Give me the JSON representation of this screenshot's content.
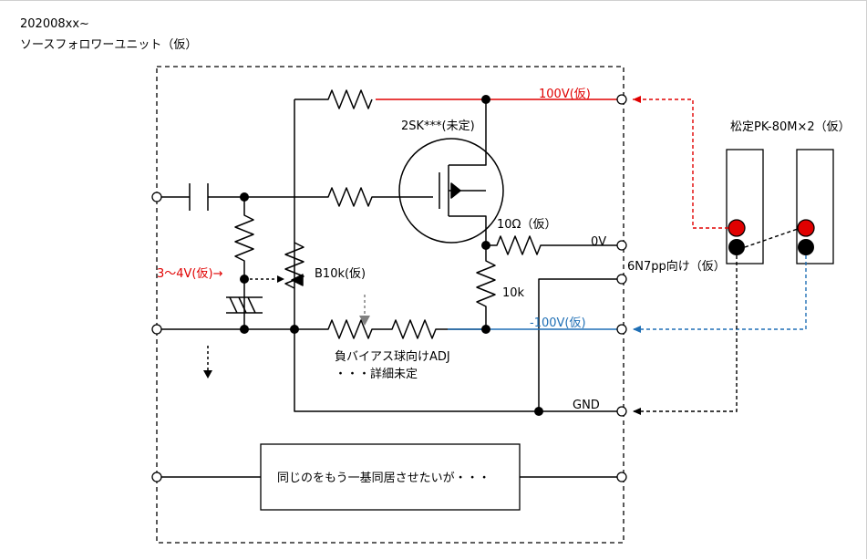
{
  "header": {
    "date": "202008xx~",
    "title": "ソースフォロワーユニット（仮）"
  },
  "labels": {
    "mosfet": "2SK***(未定)",
    "v_plus": "100V(仮)",
    "speaker": "松定PK-80M×2（仮）",
    "r_source": "10Ω（仮）",
    "zero_v": "0V",
    "tube": "6N7pp向け（仮）",
    "bias_v": "3～4V(仮)→",
    "pot": "B10k(仮)",
    "r_10k": "10k",
    "v_minus": "-100V(仮)",
    "adj_line1": "負バイアス球向けADJ",
    "adj_line2": "・・・詳細未定",
    "gnd": "GND",
    "box_note": "同じのをもう一基同居させたいが・・・"
  },
  "colors": {
    "positive_rail": "#e00000",
    "negative_rail": "#1f6fb5",
    "wire": "#000000",
    "arrow_gray": "#808080"
  }
}
